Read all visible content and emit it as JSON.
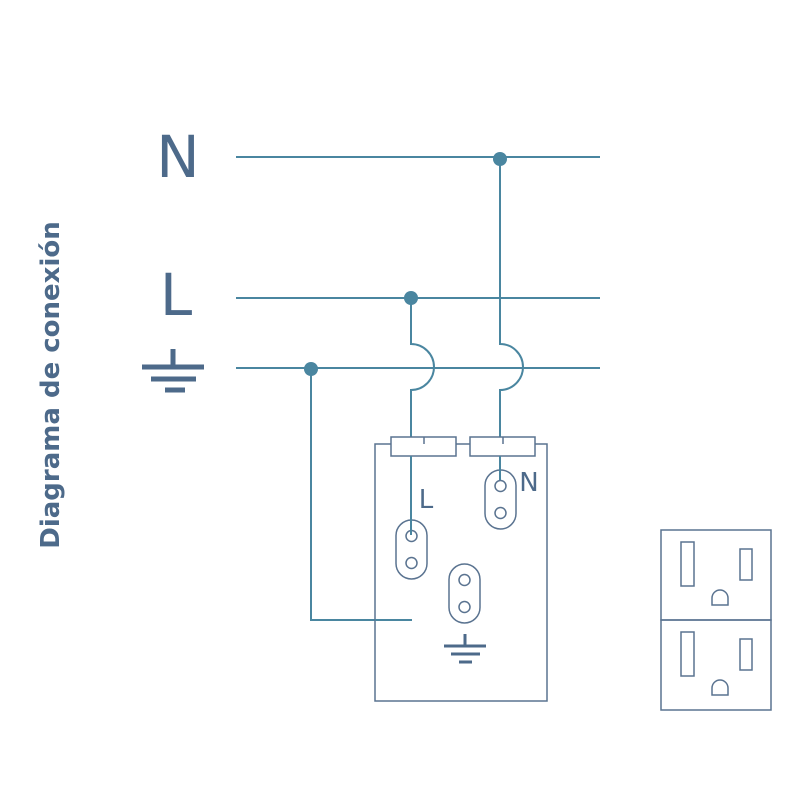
{
  "title": "Diagrama de conexión",
  "bus_labels": {
    "neutral": "N",
    "live": "L"
  },
  "terminal_labels": {
    "live": "L",
    "neutral": "N"
  },
  "colors": {
    "wire": "#4a86a0",
    "label": "#4d6a8a",
    "outline": "#5a7390",
    "background": "#ffffff"
  }
}
